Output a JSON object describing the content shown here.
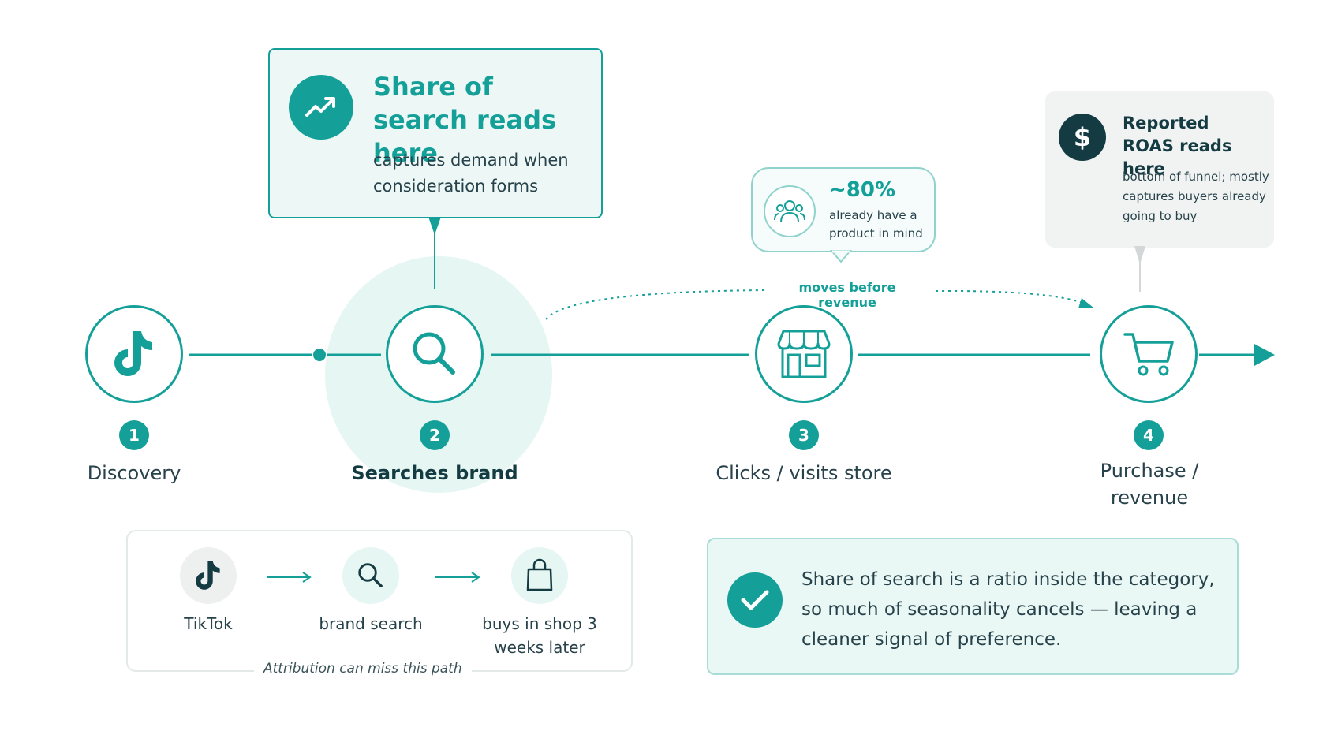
{
  "callouts": {
    "share_of_search": {
      "title": "Share of search reads here",
      "description": "captures demand when consideration forms"
    },
    "reported_roas": {
      "symbol": "$",
      "title": "Reported ROAS reads here",
      "description": "bottom of funnel; mostly captures buyers already going to buy"
    },
    "intent_stat": {
      "value": "~80%",
      "description": "already have a product in mind"
    },
    "arc_label": "moves before revenue"
  },
  "stages": [
    {
      "number": "1",
      "label": "Discovery",
      "icon": "tiktok-icon"
    },
    {
      "number": "2",
      "label": "Searches brand",
      "icon": "search-icon"
    },
    {
      "number": "3",
      "label": "Clicks / visits store",
      "icon": "storefront-icon"
    },
    {
      "number": "4",
      "label": "Purchase / revenue",
      "icon": "cart-icon"
    }
  ],
  "attribution_path": {
    "steps": [
      {
        "label": "TikTok",
        "icon": "tiktok-icon"
      },
      {
        "label": "brand search",
        "icon": "search-icon"
      },
      {
        "label": "buys in shop 3 weeks later",
        "icon": "shopping-bag-icon"
      }
    ],
    "caption": "Attribution can miss this path"
  },
  "note": {
    "text": "Share of search is a ratio inside the category, so much of seasonality cancels — leaving a cleaner signal of preference."
  },
  "colors": {
    "accent": "#14a098",
    "dark": "#143b42",
    "light_accent": "#e6f6f3"
  }
}
